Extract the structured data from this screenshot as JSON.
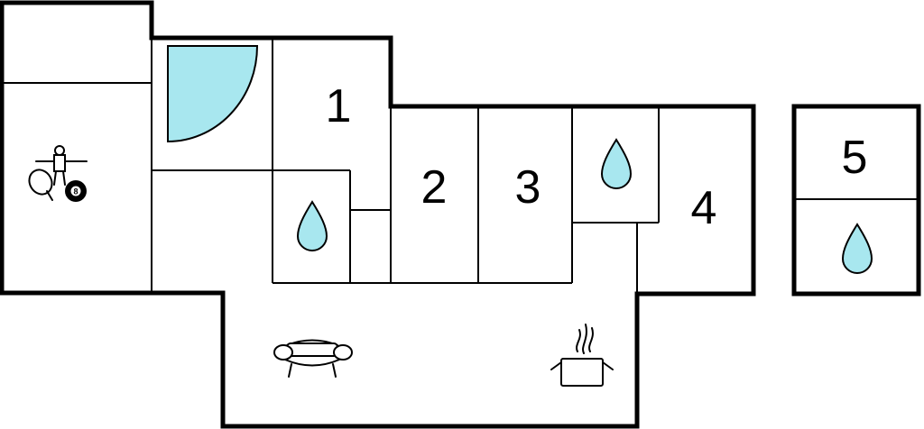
{
  "floor_plan": {
    "room_labels": {
      "room_1": "1",
      "room_2": "2",
      "room_3": "3",
      "room_4": "4",
      "room_5": "5",
      "billiard_ball": "8"
    },
    "icons": {
      "pool": "pool-icon",
      "bathroom": "water-drop-icon",
      "game_room": "table-tennis-foosball-billiard-icon",
      "living_room": "sofa-icon",
      "kitchen": "cooking-pot-icon"
    },
    "colors": {
      "walls": "#000000",
      "water": "#a8e7ef",
      "background": "#ffffff"
    }
  }
}
